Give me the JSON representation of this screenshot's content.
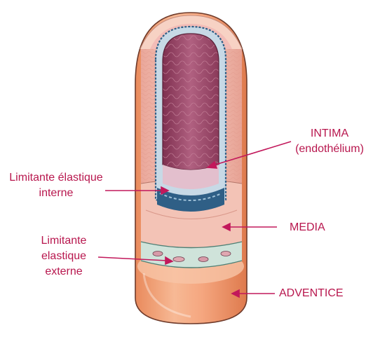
{
  "labels": {
    "intima_line1": "INTIMA",
    "intima_line2": "(endothélium)",
    "lei_line1": "Limitante élastique",
    "lei_line2": "interne",
    "lee_line1": "Limitante",
    "lee_line2": "elastique",
    "lee_line3": "externe",
    "media": "MEDIA",
    "adventice": "ADVENTICE"
  },
  "colors": {
    "label": "#b8174e",
    "arrow": "#c2185b",
    "adventitia": "#f2a57c",
    "media": "#f4c1b4",
    "intima": "#9b4665",
    "elastic_lamina": "#2f5f86"
  }
}
